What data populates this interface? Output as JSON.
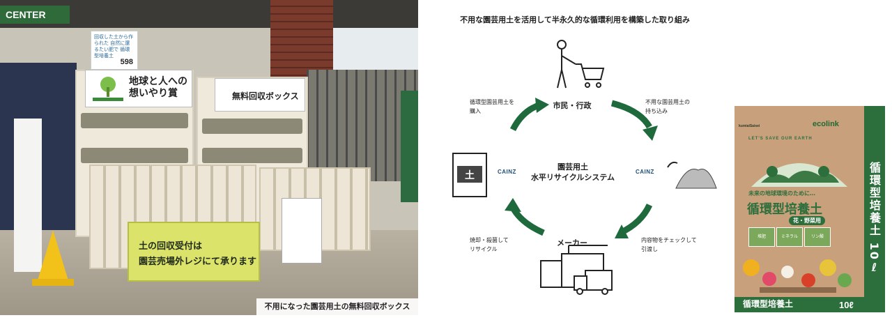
{
  "photo": {
    "store_sign": "CENTER",
    "price_tag_text": "回収した土から作られた 自然に還るたい肥で 循環型培養土",
    "price_value": "598",
    "award_lines": [
      "地球と人への",
      "想いやり賞"
    ],
    "box_sign": "無料回収ボックス",
    "notice_line1": "土の回収受付は",
    "notice_line2": "園芸売場外レジにて承ります",
    "caption": "不用になった園芸用土の無料回収ボックス"
  },
  "diagram": {
    "title": "不用な園芸用土を活用して半永久的な循環利用を構築した取り組み",
    "top_node": "市民・行政",
    "bottom_node": "メーカー",
    "center_line1": "園芸用土",
    "center_line2": "水平リサイクルシステム",
    "left_brand": "CAINZ",
    "right_brand": "CAINZ",
    "soil_char": "土",
    "note_top_left": [
      "循環型園芸用土を",
      "購入"
    ],
    "note_top_right": [
      "不用な園芸用土の",
      "持ち込み"
    ],
    "note_bottom_left": [
      "焼却・殺菌して",
      "リサイクル"
    ],
    "note_bottom_right": [
      "内容物をチェックして",
      "引渡し"
    ],
    "accent_color": "#1e6a3c"
  },
  "product": {
    "brand": "kumiaiSaisei",
    "eco_label": "ecolink",
    "slogan": "LET'S SAVE OUR EARTH",
    "sub_title": "未来の地球環境のために…",
    "name": "循環型培養土",
    "use": "花・野菜用",
    "side_text": "循環型培養土 10ℓ",
    "features": [
      "堆肥",
      "ミネラル",
      "リン酸"
    ],
    "bottom_name": "循環型培養土",
    "bottom_volume": "10ℓ"
  }
}
